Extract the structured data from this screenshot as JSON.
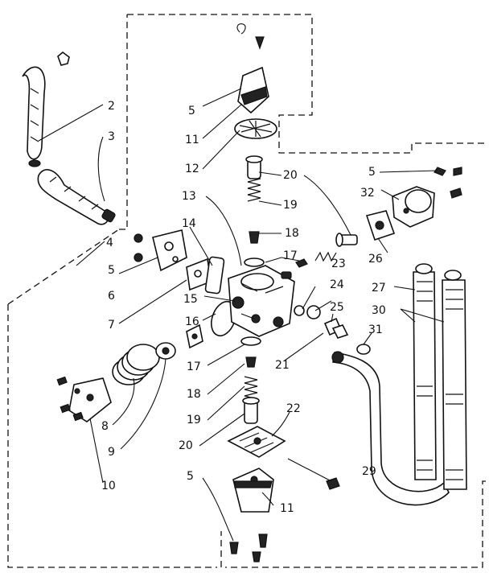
{
  "diagram": {
    "callouts": [
      "2",
      "3",
      "4",
      "5",
      "5",
      "5",
      "5",
      "6",
      "7",
      "8",
      "9",
      "10",
      "11",
      "11",
      "12",
      "13",
      "14",
      "15",
      "16",
      "17",
      "17",
      "18",
      "18",
      "19",
      "19",
      "20",
      "20",
      "21",
      "22",
      "23",
      "24",
      "25",
      "26",
      "27",
      "29",
      "30",
      "31",
      "32"
    ]
  }
}
